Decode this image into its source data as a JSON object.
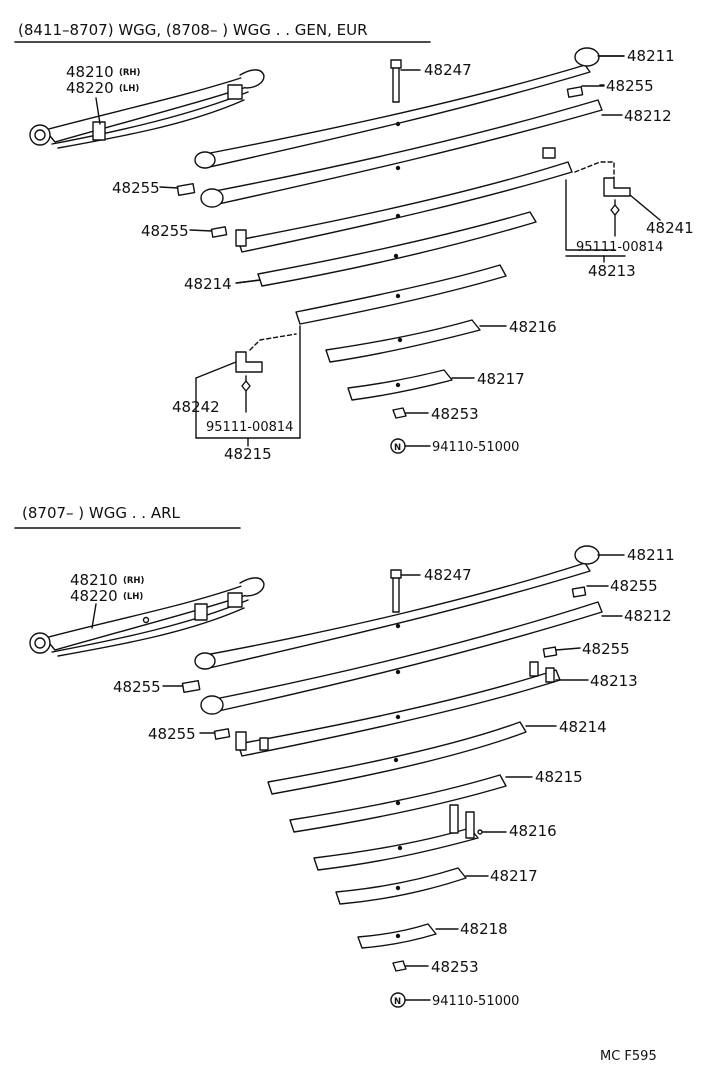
{
  "sections": [
    {
      "header": "(8411–8707) WGG, (8708–          ) WGG . . GEN, EUR",
      "labels": {
        "p48210": "48210",
        "rh": "(RH)",
        "p48220": "48220",
        "lh": "(LH)",
        "p48247": "48247",
        "p48211": "48211",
        "p48255a": "48255",
        "p48212": "48212",
        "p48255b": "48255",
        "p48255c": "48255",
        "p48241": "48241",
        "b95111a": "95111-00814",
        "p48213": "48213",
        "p48214": "48214",
        "p48216": "48216",
        "p48242": "48242",
        "p48217": "48217",
        "b95111b": "95111-00814",
        "p48253": "48253",
        "p48215": "48215",
        "nut": "N",
        "p94110": "94110-51000"
      }
    },
    {
      "header": "(8707–          ) WGG . . ARL",
      "labels": {
        "p48210": "48210",
        "rh": "(RH)",
        "p48220": "48220",
        "lh": "(LH)",
        "p48247": "48247",
        "p48211": "48211",
        "p48255a": "48255",
        "p48212": "48212",
        "p48255b": "48255",
        "p48255c": "48255",
        "p48255d": "48255",
        "p48213": "48213",
        "p48214": "48214",
        "p48215": "48215",
        "p48216": "48216",
        "p48217": "48217",
        "p48218": "48218",
        "p48253": "48253",
        "nut": "N",
        "p94110": "94110-51000"
      }
    }
  ],
  "footer": "MC  F595"
}
